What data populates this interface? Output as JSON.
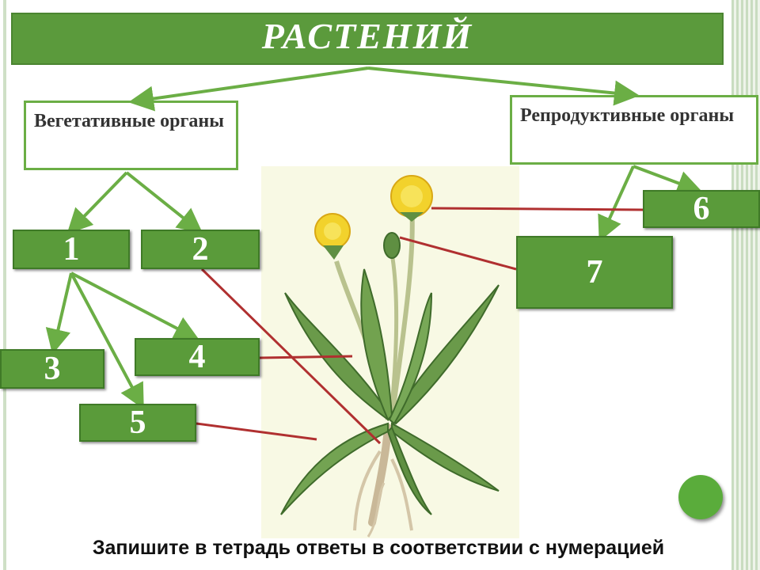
{
  "title": "РАСТЕНИЙ",
  "vegetative_label": "Вегетативные органы",
  "reproductive_label": "Репродуктивные органы",
  "numbers": [
    "1",
    "2",
    "3",
    "4",
    "5",
    "6",
    "7"
  ],
  "footer": "Запишите в тетрадь ответы в соответствии с нумерацией",
  "colors": {
    "title_bar": "#5b9a3c",
    "box_green": "#5a9b3a",
    "arrow_green": "#6bae45",
    "pointer_red": "#b03030"
  }
}
